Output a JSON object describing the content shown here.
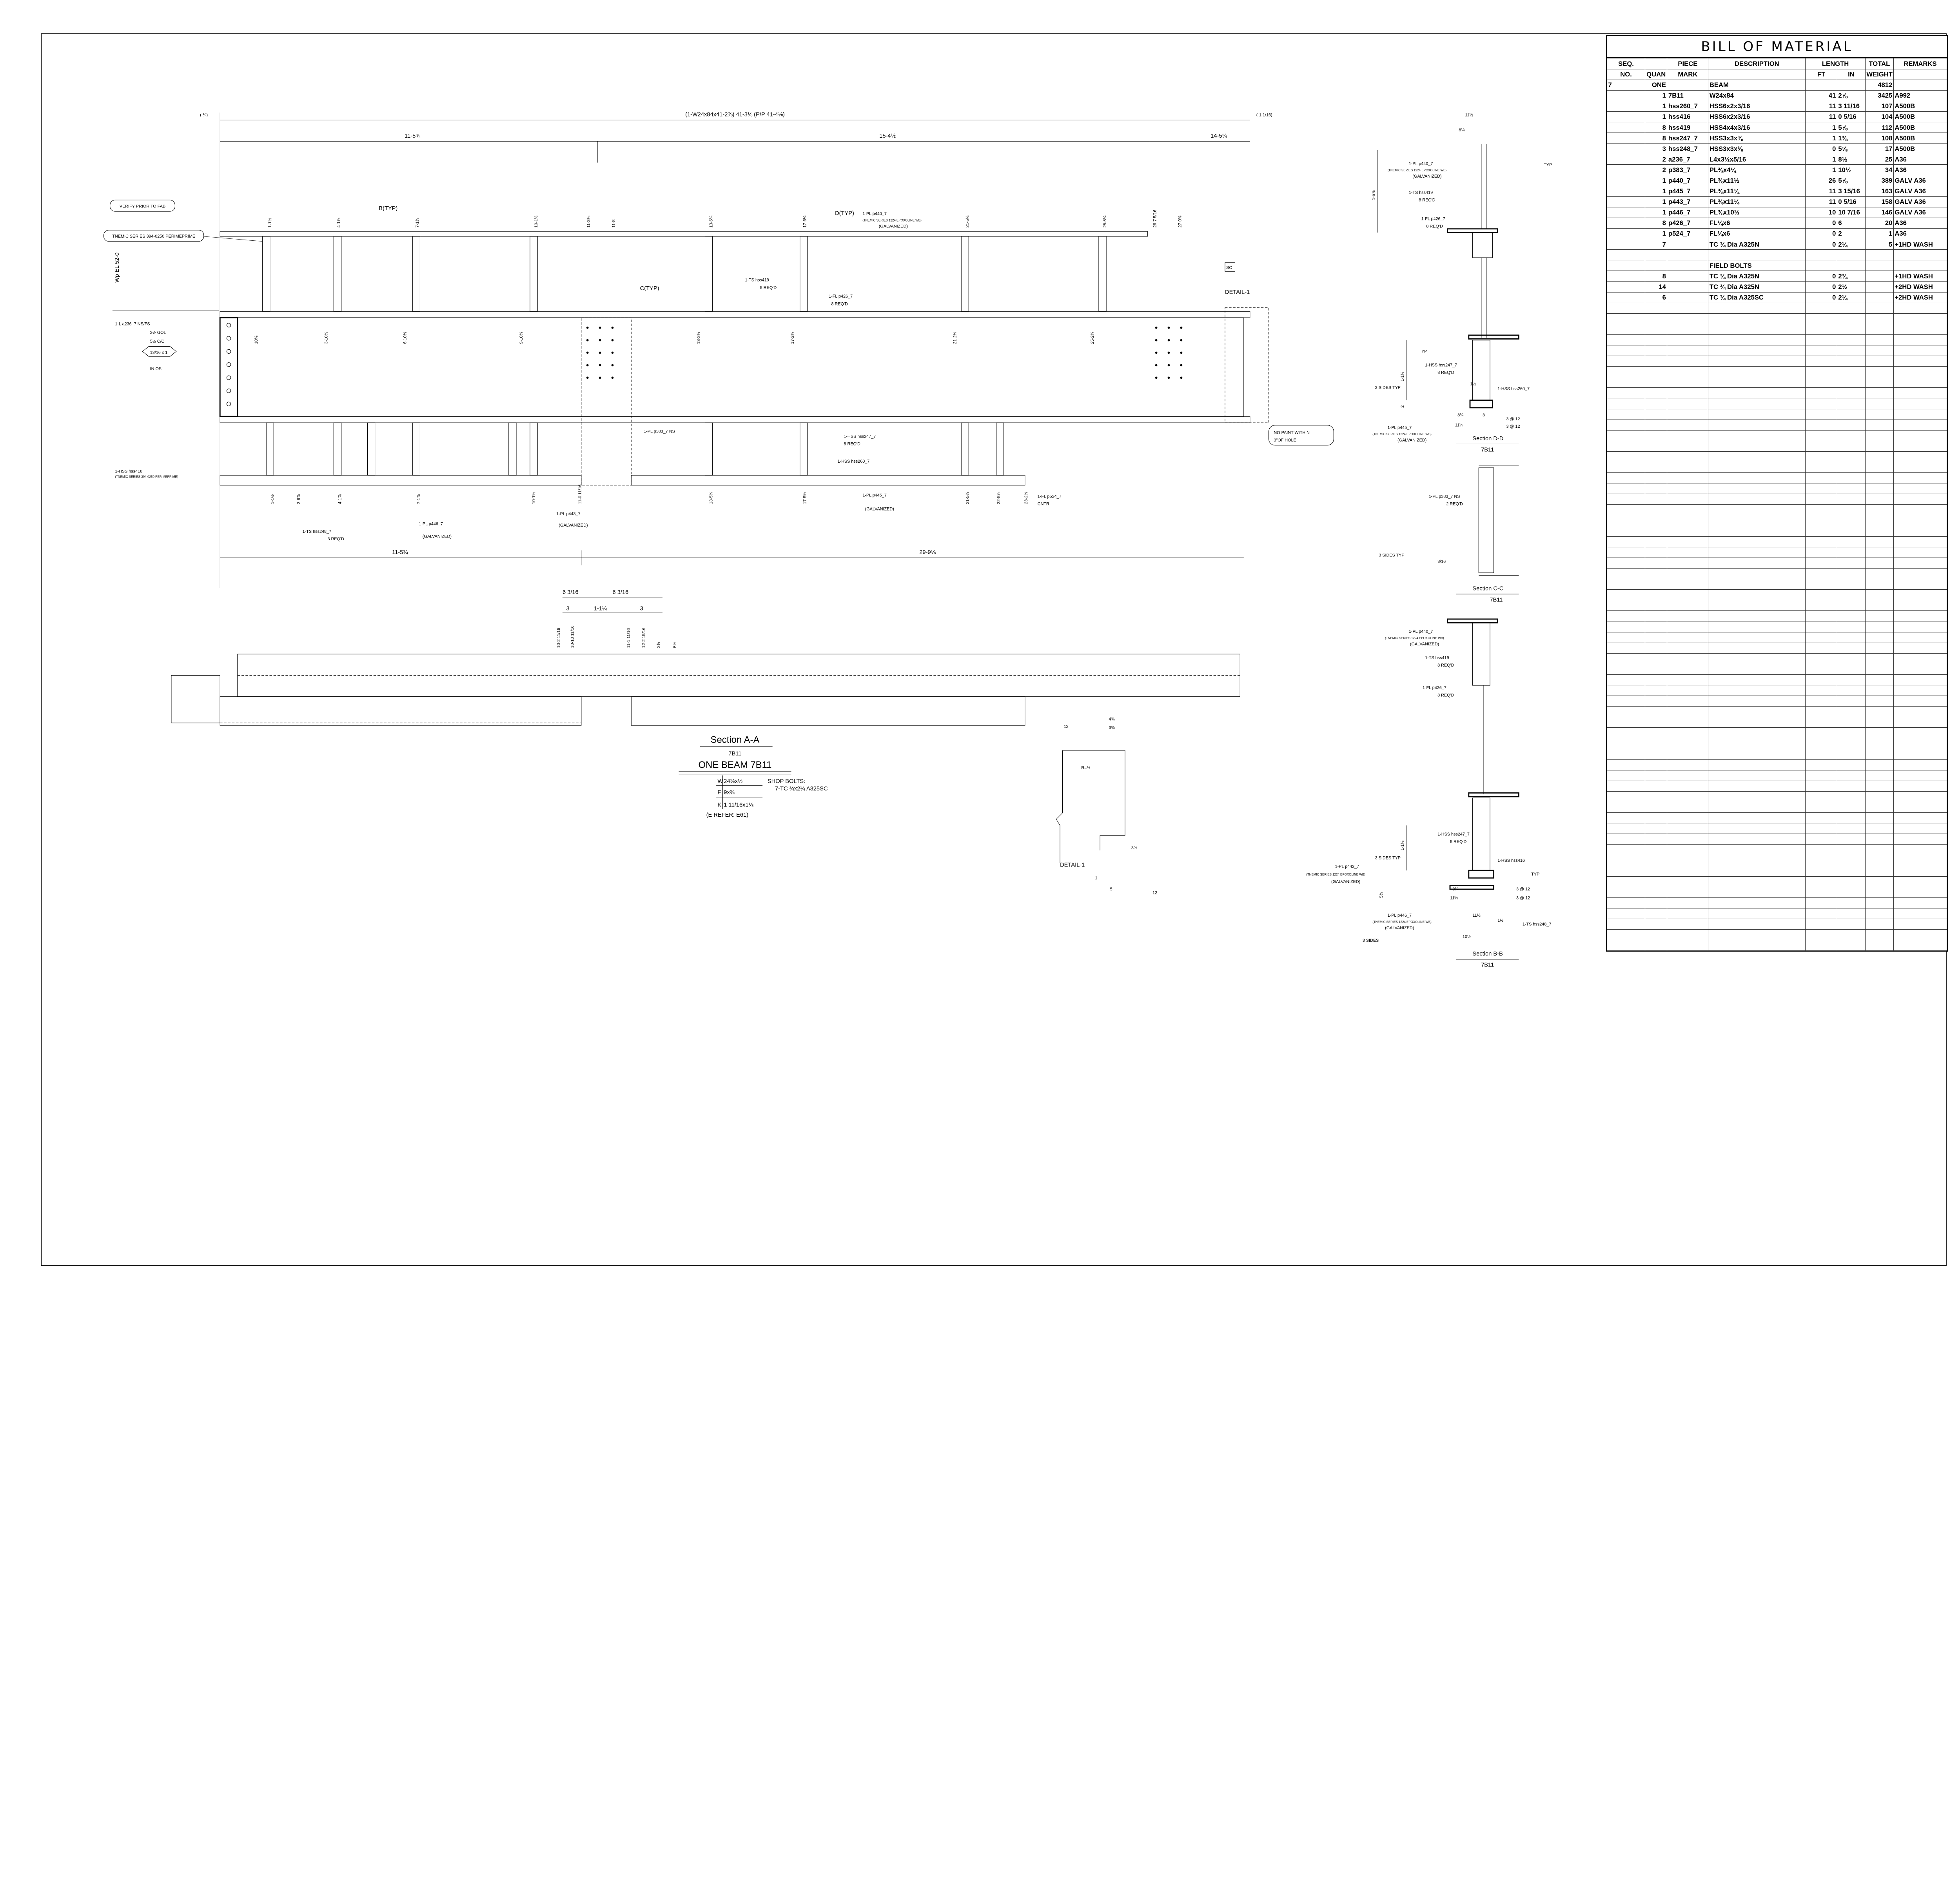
{
  "bom": {
    "title": "BILL OF MATERIAL",
    "header1": [
      "SEQ.",
      "",
      "PIECE",
      "DESCRIPTION",
      "LENGTH",
      "",
      "TOTAL",
      "REMARKS"
    ],
    "header2": [
      "NO.",
      "QUAN",
      "MARK",
      "",
      "FT",
      "IN",
      "WEIGHT",
      ""
    ],
    "rows": [
      {
        "seq": "7",
        "quan": "ONE",
        "mark": "",
        "desc": "BEAM",
        "ft": "",
        "in": "",
        "weight": "4812",
        "remarks": ""
      },
      {
        "seq": "",
        "quan": "1",
        "mark": "7B11",
        "desc": "W24x84",
        "ft": "41",
        "in": "2⅞",
        "weight": "3425",
        "remarks": "A992"
      },
      {
        "seq": "",
        "quan": "1",
        "mark": "hss260_7",
        "desc": "HSS6x2x3/16",
        "ft": "11",
        "in": "3 11/16",
        "weight": "107",
        "remarks": "A500B"
      },
      {
        "seq": "",
        "quan": "1",
        "mark": "hss416",
        "desc": "HSS6x2x3/16",
        "ft": "11",
        "in": "0 5/16",
        "weight": "104",
        "remarks": "A500B"
      },
      {
        "seq": "",
        "quan": "8",
        "mark": "hss419",
        "desc": "HSS4x4x3/16",
        "ft": "1",
        "in": "5⅞",
        "weight": "112",
        "remarks": "A500B"
      },
      {
        "seq": "",
        "quan": "8",
        "mark": "hss247_7",
        "desc": "HSS3x3x⅜",
        "ft": "1",
        "in": "1⅜",
        "weight": "108",
        "remarks": "A500B"
      },
      {
        "seq": "",
        "quan": "3",
        "mark": "hss248_7",
        "desc": "HSS3x3x⅜",
        "ft": "0",
        "in": "5⅝",
        "weight": "17",
        "remarks": "A500B"
      },
      {
        "seq": "",
        "quan": "2",
        "mark": "a236_7",
        "desc": "L4x3½x5/16",
        "ft": "1",
        "in": "8½",
        "weight": "25",
        "remarks": "A36"
      },
      {
        "seq": "",
        "quan": "2",
        "mark": "p383_7",
        "desc": "PL⅜x4¼",
        "ft": "1",
        "in": "10½",
        "weight": "34",
        "remarks": "A36"
      },
      {
        "seq": "",
        "quan": "1",
        "mark": "p440_7",
        "desc": "PL⅜x11½",
        "ft": "26",
        "in": "5⅞",
        "weight": "389",
        "remarks": "GALV  A36"
      },
      {
        "seq": "",
        "quan": "1",
        "mark": "p445_7",
        "desc": "PL⅜x11¼",
        "ft": "11",
        "in": "3 15/16",
        "weight": "163",
        "remarks": "GALV  A36"
      },
      {
        "seq": "",
        "quan": "1",
        "mark": "p443_7",
        "desc": "PL⅜x11¼",
        "ft": "11",
        "in": "0 5/16",
        "weight": "158",
        "remarks": "GALV  A36"
      },
      {
        "seq": "",
        "quan": "1",
        "mark": "p446_7",
        "desc": "PL⅜x10½",
        "ft": "10",
        "in": "10 7/16",
        "weight": "146",
        "remarks": "GALV  A36"
      },
      {
        "seq": "",
        "quan": "8",
        "mark": "p426_7",
        "desc": "FL¼x6",
        "ft": "0",
        "in": "6",
        "weight": "20",
        "remarks": "A36"
      },
      {
        "seq": "",
        "quan": "1",
        "mark": "p524_7",
        "desc": "FL¼x6",
        "ft": "0",
        "in": "2",
        "weight": "1",
        "remarks": "A36"
      },
      {
        "seq": "",
        "quan": "7",
        "mark": "",
        "desc": "TC ¾ Dia A325N",
        "ft": "0",
        "in": "2¼",
        "weight": "5",
        "remarks": "+1HD WASH"
      },
      {
        "seq": "",
        "quan": "",
        "mark": "",
        "desc": "",
        "ft": "",
        "in": "",
        "weight": "",
        "remarks": ""
      },
      {
        "seq": "",
        "quan": "",
        "mark": "",
        "desc": "FIELD BOLTS",
        "ft": "",
        "in": "",
        "weight": "",
        "remarks": ""
      },
      {
        "seq": "",
        "quan": "8",
        "mark": "",
        "desc": "TC ¾ Dia A325N",
        "ft": "0",
        "in": "2¾",
        "weight": "",
        "remarks": "+1HD WASH"
      },
      {
        "seq": "",
        "quan": "14",
        "mark": "",
        "desc": "TC ¾ Dia A325N",
        "ft": "0",
        "in": "2½",
        "weight": "",
        "remarks": "+2HD WASH"
      },
      {
        "seq": "",
        "quan": "6",
        "mark": "",
        "desc": "TC ¾ Dia A325SC",
        "ft": "0",
        "in": "2¼",
        "weight": "",
        "remarks": "+2HD WASH"
      }
    ],
    "empty_rows": 61
  },
  "elevation": {
    "overall_dim": "(1-W24x84x41-2⅞)  41-3⅛  (P/P 41-4⅛)",
    "left_offset": "(-¼)",
    "right_offset": "(-1 1/16)",
    "dim_a": "11-5¾",
    "dim_b": "15-4½",
    "dim_c": "14-5¼",
    "dim_bottom_a": "11-5¾",
    "dim_bottom_b": "29-9⅛",
    "verify_note": "VERIFY PRIOR TO FAB",
    "paint_note": "TNEMIC SERIES 394-0250 PERIMEPRIME",
    "paint_note_small": "(TNEMIC SERIES 394-0250 PERIMEPRIME)",
    "epoxy_note": "(TNEMIC SERIES 1224 EPOXOLINE WB)",
    "galv": "(GALVANIZED)",
    "wp_el": "Wp EL 52-0",
    "angle_note": [
      "1-L  a236_7 NS/FS",
      "2½  GOL",
      "5½  C/C",
      "13/16 x 1",
      "IN OSL"
    ],
    "top_plate": "1-PL p440_7",
    "ts419": "1-TS hss419",
    "req8": "8 REQ'D",
    "fl426": "1-FL p426_7",
    "pl383": "1-PL p383_7  NS",
    "hss247": "1-HSS hss247_7",
    "hss260": "1-HSS hss260_7",
    "hss416": "1-HSS hss416",
    "ts248": "1-TS hss248_7",
    "req3": "3 REQ'D",
    "pl446": "1-PL p446_7",
    "pl443": "1-PL p443_7",
    "pl445": "1-PL p445_7",
    "fl524": "1-FL p524_7",
    "cntr": "CNTR",
    "detail1": "DETAIL-1",
    "no_paint": [
      "NO PAINT WITHIN",
      "3\"OF HOLE"
    ],
    "sc": "SC",
    "d_typ": "D(TYP)",
    "b_typ": "B(TYP)",
    "c_typ": "C(TYP)",
    "marks_top": [
      "1-1½",
      "4-1⅞",
      "7-1⅞",
      "10-1½",
      "11-3⅛",
      "11-8",
      "13-5¼",
      "17-5¼",
      "21-5¼",
      "25-5¼",
      "26-7 5/16",
      "27-0⅝"
    ],
    "marks_mid": [
      "10⅛",
      "3-10⅛",
      "6-10⅛",
      "9-10⅛",
      "13-2¼",
      "17-2¼",
      "21-2¼",
      "25-2¼"
    ],
    "marks_low": [
      "1-1½",
      "2-8⅞",
      "4-1⅞",
      "7-1⅞",
      "10-1½",
      "11-0 11/16",
      "13-5¼",
      "17-5¼",
      "21-5¼",
      "22-8⅞",
      "23-2⅛"
    ]
  },
  "section_aa": {
    "title": "Section A-A",
    "mark": "7B11",
    "dims": [
      "6 3/16",
      "6 3/16",
      "3",
      "1-1¼",
      "3",
      "10-2 11/16",
      "10-10 11/16",
      "11-1 11/16",
      "12-2 15/16",
      "2¾",
      "5⅛"
    ]
  },
  "beam_title": {
    "title": "ONE BEAM 7B11",
    "w": "24⅛x½",
    "f": "9x¾",
    "k": "1 11/16x1⅛",
    "w_label": "W",
    "f_label": "F",
    "k_label": "K",
    "refer": "(E REFER: E61)",
    "shop_bolts": "SHOP BOLTS:",
    "shop_bolts_value": "7-TC ¾x2¼  A325SC"
  },
  "sections": {
    "dd_title": "Section D-D",
    "cc_title": "Section C-C",
    "bb_title": "Section B-B",
    "mark": "7B11",
    "typ": "TYP",
    "three_sides": "3 SIDES",
    "three_sides_typ": "3 SIDES TYP",
    "weld": "3/16",
    "req2": "2 REQ'D",
    "at12": "3 @ 12",
    "dd_dims": [
      "11½",
      "8¼",
      "1-5⅞",
      "1-1⅜",
      "2",
      "8¼",
      "11¼",
      "3",
      "1½"
    ],
    "bb_dims": [
      "1-1⅜",
      "8¼",
      "11¼",
      "11½",
      "10½",
      "1½",
      "5⅜"
    ]
  },
  "detail": {
    "label": "DETAIL-1",
    "r": "R=½",
    "dims": [
      "12",
      "4⅝",
      "3⅝",
      "12",
      "1",
      "5",
      "3⅝"
    ]
  }
}
